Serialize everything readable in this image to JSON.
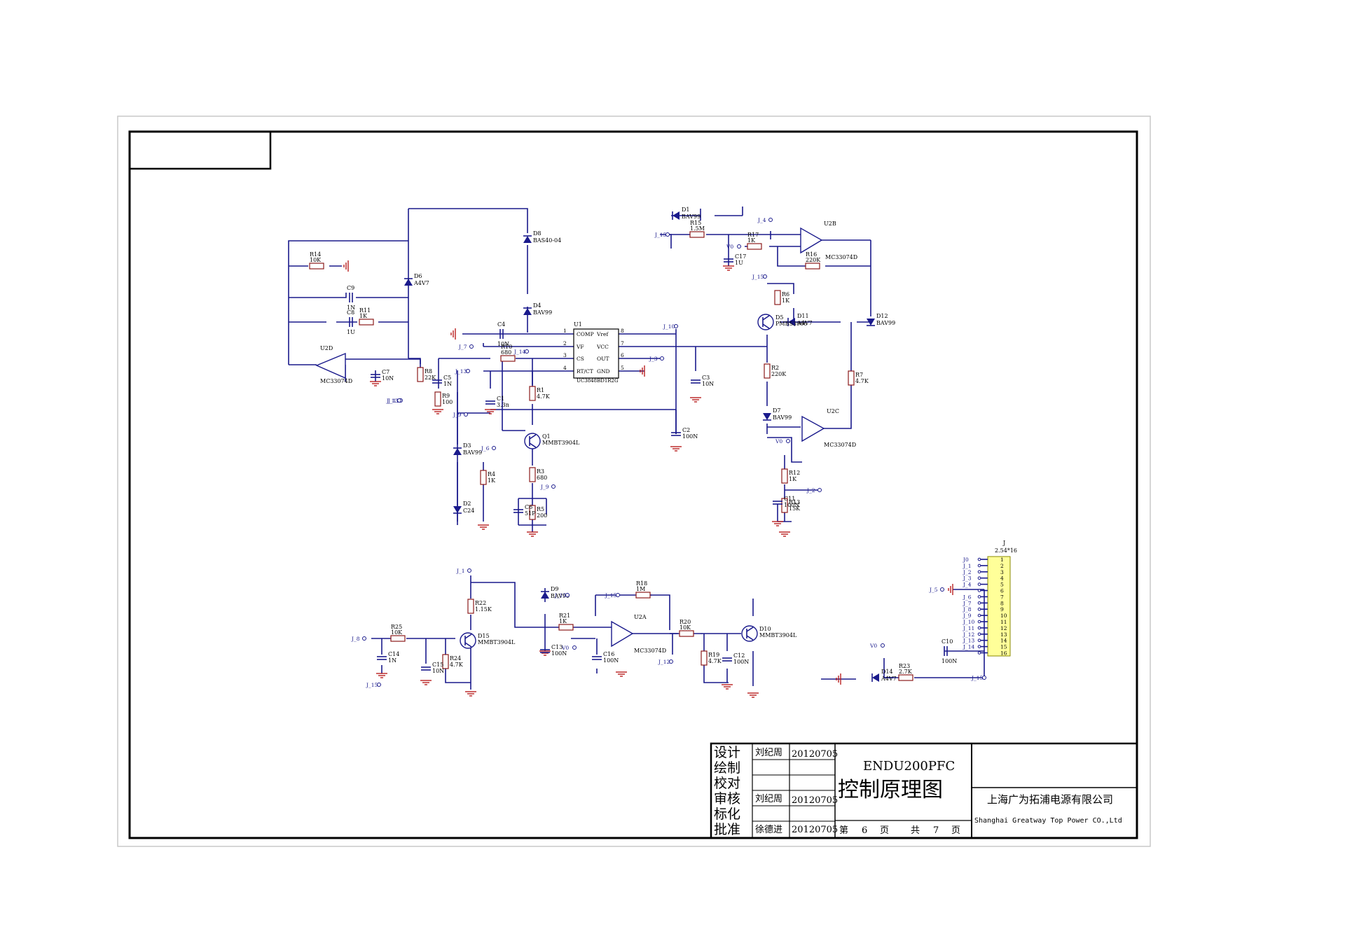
{
  "title_block": {
    "roles": [
      "设计",
      "绘制",
      "校对",
      "审核",
      "标化",
      "批准"
    ],
    "names": [
      "刘纪周",
      "",
      "",
      "刘纪周",
      "",
      "徐德进"
    ],
    "dates": [
      "20120705",
      "",
      "",
      "20120705",
      "",
      "20120705"
    ],
    "model": "ENDU200PFC",
    "drawing_title": "控制原理图",
    "page_label_prefix": "第",
    "page_number": "6",
    "page_label_unit": "页",
    "total_label_prefix": "共",
    "total_pages": "7",
    "total_label_unit": "页",
    "company_cn": "上海广为拓浦电源有限公司",
    "company_en": "Shanghai Greatway Top Power CO.,Ltd"
  },
  "ic_u1": {
    "ref": "U1",
    "part": "UC3848BD1R2G",
    "pins_left": [
      {
        "num": "1",
        "name": "COMP"
      },
      {
        "num": "2",
        "name": "VF"
      },
      {
        "num": "3",
        "name": "CS"
      },
      {
        "num": "4",
        "name": "RT/CT"
      }
    ],
    "pins_right": [
      {
        "num": "8",
        "name": "Vref"
      },
      {
        "num": "7",
        "name": "VCC"
      },
      {
        "num": "6",
        "name": "OUT"
      },
      {
        "num": "5",
        "name": "GND"
      }
    ]
  },
  "opamps": [
    {
      "ref": "U2D",
      "part": "MC33074D"
    },
    {
      "ref": "U2B",
      "part": "MC33074D"
    },
    {
      "ref": "U2C",
      "part": "MC33074D"
    },
    {
      "ref": "U2A",
      "part": "MC33074D"
    }
  ],
  "resistors": [
    {
      "ref": "R14",
      "value": "10K"
    },
    {
      "ref": "R11",
      "value": "1K"
    },
    {
      "ref": "R8",
      "value": "22K"
    },
    {
      "ref": "R9",
      "value": "100"
    },
    {
      "ref": "R10",
      "value": "680"
    },
    {
      "ref": "R1",
      "value": "4.7K"
    },
    {
      "ref": "R3",
      "value": "680"
    },
    {
      "ref": "R5",
      "value": "200"
    },
    {
      "ref": "R4",
      "value": "1K"
    },
    {
      "ref": "R15",
      "value": "1.5M"
    },
    {
      "ref": "R17",
      "value": "1K"
    },
    {
      "ref": "R16",
      "value": "220K"
    },
    {
      "ref": "R6",
      "value": "1K"
    },
    {
      "ref": "R2",
      "value": "220K"
    },
    {
      "ref": "R7",
      "value": "4.7K"
    },
    {
      "ref": "R12",
      "value": "1K"
    },
    {
      "ref": "R13",
      "value": "15K"
    },
    {
      "ref": "R22",
      "value": "1.15K"
    },
    {
      "ref": "R25",
      "value": "10K"
    },
    {
      "ref": "R24",
      "value": "4.7K"
    },
    {
      "ref": "R21",
      "value": "1K"
    },
    {
      "ref": "R18",
      "value": "1M"
    },
    {
      "ref": "R20",
      "value": "10K"
    },
    {
      "ref": "R19",
      "value": "4.7K"
    },
    {
      "ref": "R23",
      "value": "2.7K"
    }
  ],
  "capacitors": [
    {
      "ref": "C9",
      "value": "1N"
    },
    {
      "ref": "C8",
      "value": "1U"
    },
    {
      "ref": "C7",
      "value": "10N"
    },
    {
      "ref": "C5",
      "value": "1N"
    },
    {
      "ref": "C4",
      "value": "10N"
    },
    {
      "ref": "C1",
      "value": "3.3n"
    },
    {
      "ref": "C6",
      "value": "51P"
    },
    {
      "ref": "C3",
      "value": "10N"
    },
    {
      "ref": "C2",
      "value": "100N"
    },
    {
      "ref": "C17",
      "value": "1U"
    },
    {
      "ref": "C11",
      "value": "100N"
    },
    {
      "ref": "C14",
      "value": "1N"
    },
    {
      "ref": "C15",
      "value": "10N"
    },
    {
      "ref": "C13",
      "value": "100N"
    },
    {
      "ref": "C16",
      "value": "100N"
    },
    {
      "ref": "C12",
      "value": "100N"
    },
    {
      "ref": "C10",
      "value": "100N"
    }
  ],
  "diodes": [
    {
      "ref": "D8",
      "value": "BAS40-04"
    },
    {
      "ref": "D6",
      "value": "A4V7"
    },
    {
      "ref": "D4",
      "value": "BAV99"
    },
    {
      "ref": "D3",
      "value": "BAV99"
    },
    {
      "ref": "D2",
      "value": "C24"
    },
    {
      "ref": "D1",
      "value": "BAV99"
    },
    {
      "ref": "D11",
      "value": "A4V7"
    },
    {
      "ref": "D12",
      "value": "BAV99"
    },
    {
      "ref": "D7",
      "value": "BAV99"
    },
    {
      "ref": "D9",
      "value": "BAV99"
    },
    {
      "ref": "D14",
      "value": "A4V7"
    }
  ],
  "transistors": [
    {
      "ref": "Q1",
      "value": "MMBT3904L"
    },
    {
      "ref": "D5",
      "value": "PMBS3906"
    },
    {
      "ref": "D15",
      "value": "MMBT3904L"
    },
    {
      "ref": "D10",
      "value": "MMBT3904L"
    }
  ],
  "connector": {
    "ref": "J",
    "part": "2.54*16",
    "pins": [
      "1",
      "2",
      "3",
      "4",
      "5",
      "6",
      "7",
      "8",
      "9",
      "10",
      "11",
      "12",
      "13",
      "14",
      "15",
      "16"
    ],
    "nets": [
      "J0",
      "J_1",
      "J_2",
      "J_3",
      "J_4",
      "",
      "J_6",
      "J_7",
      "J_8",
      "J_9",
      "J_10",
      "J_11",
      "J_12",
      "J_13",
      "J_14",
      ""
    ]
  },
  "net_labels": [
    "J_7",
    "J_13",
    "J_14",
    "J_11",
    "J_9",
    "J_6",
    "J_10",
    "J_3",
    "J_15",
    "J_4",
    "V0",
    "J_2",
    "J_1",
    "J_8",
    "J_12",
    "J_5"
  ]
}
